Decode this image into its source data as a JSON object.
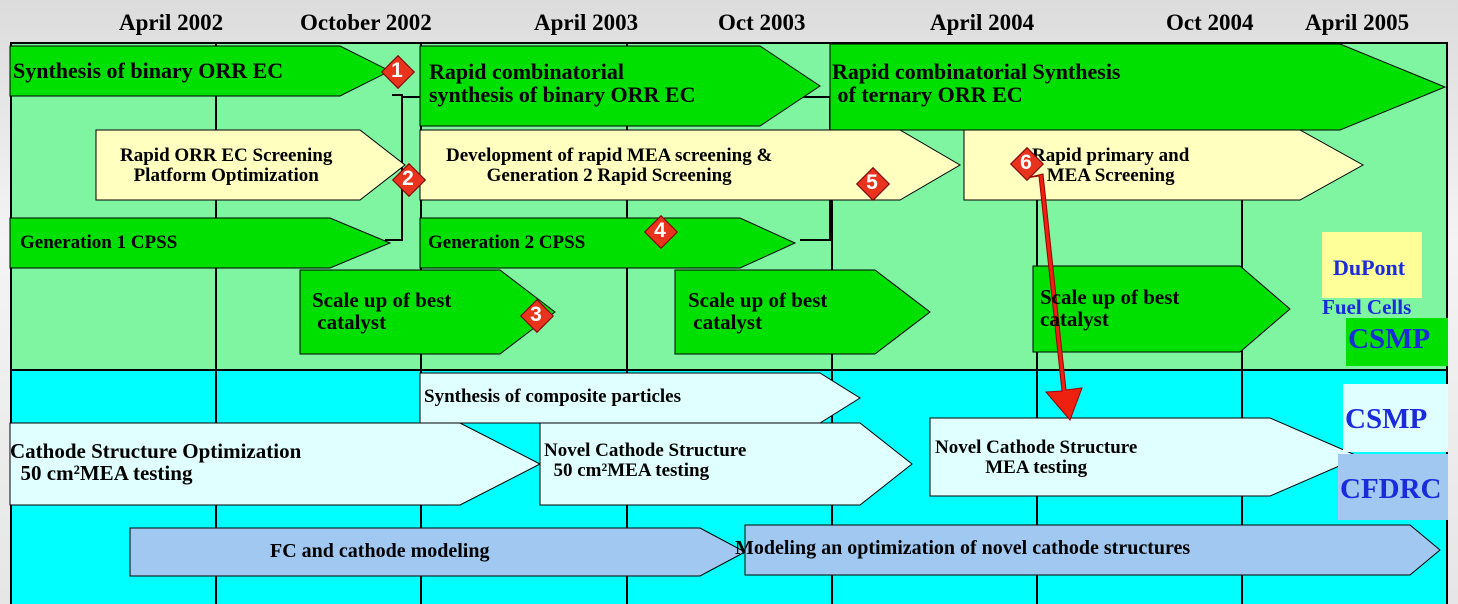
{
  "timeline": {
    "dates": [
      "April 2002",
      "October  2002",
      "April 2003",
      "Oct  2003",
      "April 2004",
      "Oct  2004",
      "April 2005"
    ]
  },
  "tasks": {
    "synthesis_binary": "Synthesis of binary ORR EC",
    "rapid_comb_binary": "Rapid combinatorial\nsynthesis of binary ORR EC",
    "rapid_comb_ternary": "Rapid combinatorial Synthesis\n of ternary ORR EC",
    "rapid_orr_screening": "Rapid ORR EC Screening\nPlatform Optimization",
    "rapid_mea_screening": "Development of rapid MEA screening &\nGeneration 2 Rapid Screening",
    "rapid_primary": "Rapid primary and\nMEA Screening",
    "gen1_cpss": "Generation 1 CPSS",
    "gen2_cpss": "Generation 2 CPSS",
    "scaleup_1": "Scale up of best\n catalyst",
    "scaleup_2": "Scale up of best\n catalyst",
    "scaleup_3": "Scale up of best\ncatalyst",
    "composite": "Synthesis of composite particles",
    "cathode_opt": "Cathode Structure Optimization\n  50 cm²MEA testing",
    "novel_cathode_1": "Novel Cathode Structure\n  50 cm²MEA testing",
    "novel_cathode_2": "Novel Cathode Structure\nMEA testing",
    "fc_modeling": "FC and cathode modeling",
    "modeling_novel": "Modeling an optimization of novel cathode structures"
  },
  "milestones": [
    "1",
    "2",
    "3",
    "4",
    "5",
    "6"
  ],
  "labels": {
    "dupont": "DuPont",
    "fuel_cells": "Fuel Cells",
    "csmp_1": "CSMP",
    "csmp_2": "CSMP",
    "cfdrc": "CFDRC"
  },
  "colors": {
    "band_top": "#7ff5a2",
    "band_bottom": "#00ffff",
    "green_task": "#00e000",
    "yellow_task": "#ffffc0",
    "cyan_task": "#e0ffff",
    "blue_task": "#a0c8f0",
    "milestone": "#e8341c",
    "dupont_box": "#ffff99",
    "csmp_box": "#00e000",
    "cfdrc_box": "#a0c8f0",
    "label_text": "#1a2bdc"
  }
}
